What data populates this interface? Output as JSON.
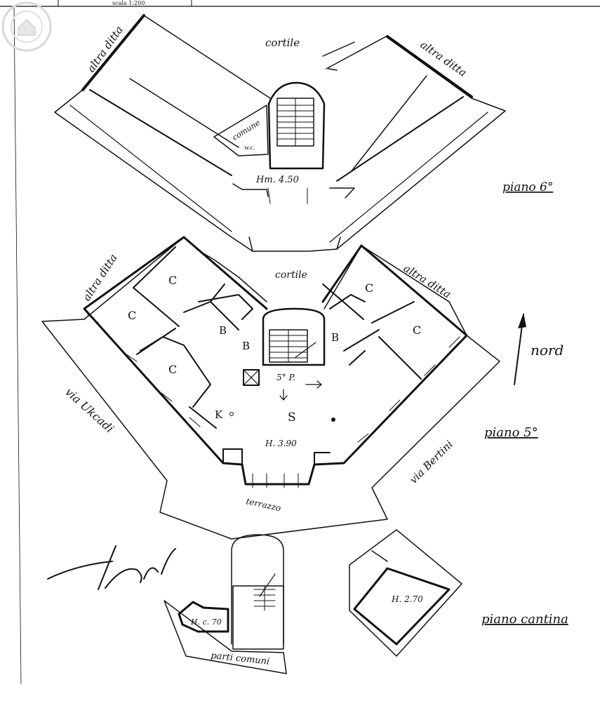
{
  "header": {
    "scale_text": "scala 1:200"
  },
  "floors": {
    "sixth": {
      "title": "piano 6°",
      "labels": {
        "cortile": "cortile",
        "altra_ditta_left": "altra ditta",
        "altra_ditta_right": "altra ditta",
        "comune": "comune",
        "wc": "w.c.",
        "height": "Hm. 4.50"
      }
    },
    "fifth": {
      "title": "piano 5°",
      "labels": {
        "cortile": "cortile",
        "altra_ditta_left": "altra ditta",
        "altra_ditta_right": "altra ditta",
        "street_left": "via Ukcadi",
        "street_right": "via Bertini",
        "terrazzo": "terrazzo",
        "height": "H. 3.90",
        "stair": "5° P.",
        "rooms": [
          "C",
          "C",
          "C",
          "C",
          "C",
          "B",
          "B",
          "B",
          "K",
          "S"
        ]
      }
    },
    "cellar": {
      "title": "piano cantina",
      "labels": {
        "height_left": "H. c. 70",
        "height_right": "H. 2.70",
        "parti_comuni": "parti comuni"
      }
    }
  },
  "north": {
    "label": "nord"
  },
  "signature": {
    "text": "Bapri"
  }
}
